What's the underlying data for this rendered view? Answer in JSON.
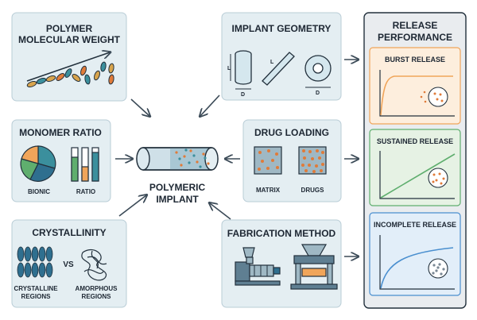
{
  "boxes": {
    "molecular_weight": {
      "title_line1": "POLYMER",
      "title_line2": "MOLECULAR WEIGHT"
    },
    "monomer_ratio": {
      "title": "MONOMER RATIO",
      "label_left": "BIONIC",
      "label_right": "RATIO"
    },
    "crystallinity": {
      "title": "CRYSTALLINITY",
      "label_left_1": "CRYSTALLINE",
      "label_left_2": "REGIONS",
      "vs": "VS",
      "label_right_1": "AMORPHOUS",
      "label_right_2": "REGIONS"
    },
    "implant_geometry": {
      "title": "IMPLANT GEOMETRY",
      "dim_l": "L",
      "dim_d": "D"
    },
    "drug_loading": {
      "title": "DRUG LOADING",
      "label_left": "MATRIX",
      "label_right": "DRUGS"
    },
    "fabrication": {
      "title": "FABRICATION METHOD"
    }
  },
  "center": {
    "label_line1": "POLYMERIC",
    "label_line2": "IMPLANT"
  },
  "release_panel": {
    "title_line1": "RELEASE",
    "title_line2": "PERFORMANCE",
    "items": [
      {
        "label": "BURST RELEASE",
        "color": "#f0a55a",
        "bg": "#fdeedd"
      },
      {
        "label": "SUSTAINED RELEASE",
        "color": "#5fae6e",
        "bg": "#e6f2e4"
      },
      {
        "label": "INCOMPLETE RELEASE",
        "color": "#4a8fcf",
        "bg": "#e2eef9"
      }
    ]
  },
  "colors": {
    "orange": "#f0a55a",
    "green": "#5fae6e",
    "blue": "#4a8fcf",
    "teal": "#3b8f9d",
    "box_bg": "#e4eef2"
  }
}
